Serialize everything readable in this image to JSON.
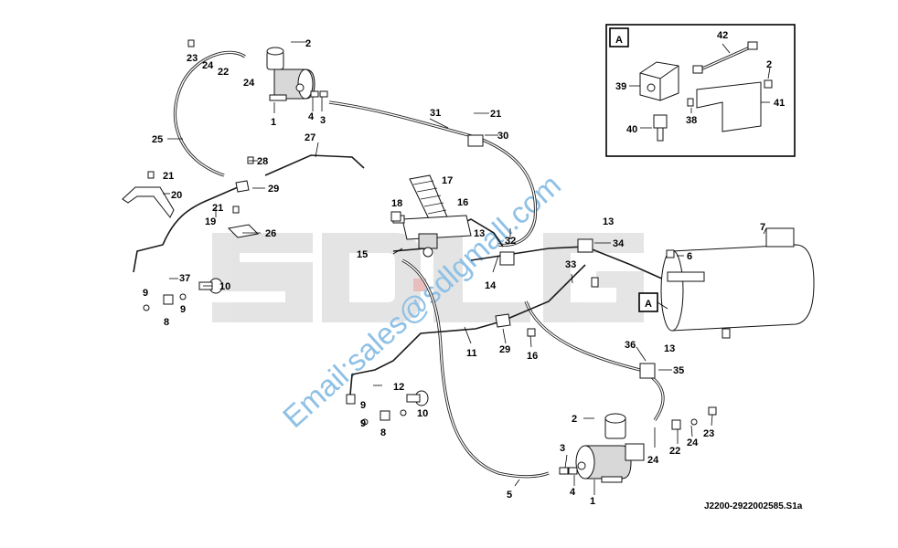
{
  "diagram": {
    "drawing_number": "J2200-2922002585.S1a",
    "watermark_email": "Email:sales@sdlgmall.com",
    "watermark_logo_text": "SDLG",
    "callouts": [
      "1",
      "1",
      "2",
      "2",
      "3",
      "3",
      "4",
      "4",
      "5",
      "6",
      "7",
      "8",
      "8",
      "9",
      "9",
      "9",
      "9",
      "10",
      "10",
      "11",
      "12",
      "13",
      "13",
      "13",
      "14",
      "15",
      "16",
      "16",
      "17",
      "18",
      "19",
      "20",
      "21",
      "21",
      "21",
      "22",
      "22",
      "23",
      "23",
      "24",
      "24",
      "24",
      "24",
      "25",
      "26",
      "27",
      "28",
      "29",
      "29",
      "30",
      "31",
      "32",
      "33",
      "34",
      "35",
      "36",
      "37"
    ],
    "detail_view": {
      "label": "A",
      "callouts": [
        "39",
        "40",
        "38",
        "42",
        "2",
        "41"
      ]
    },
    "tank_view_marker": "A"
  }
}
